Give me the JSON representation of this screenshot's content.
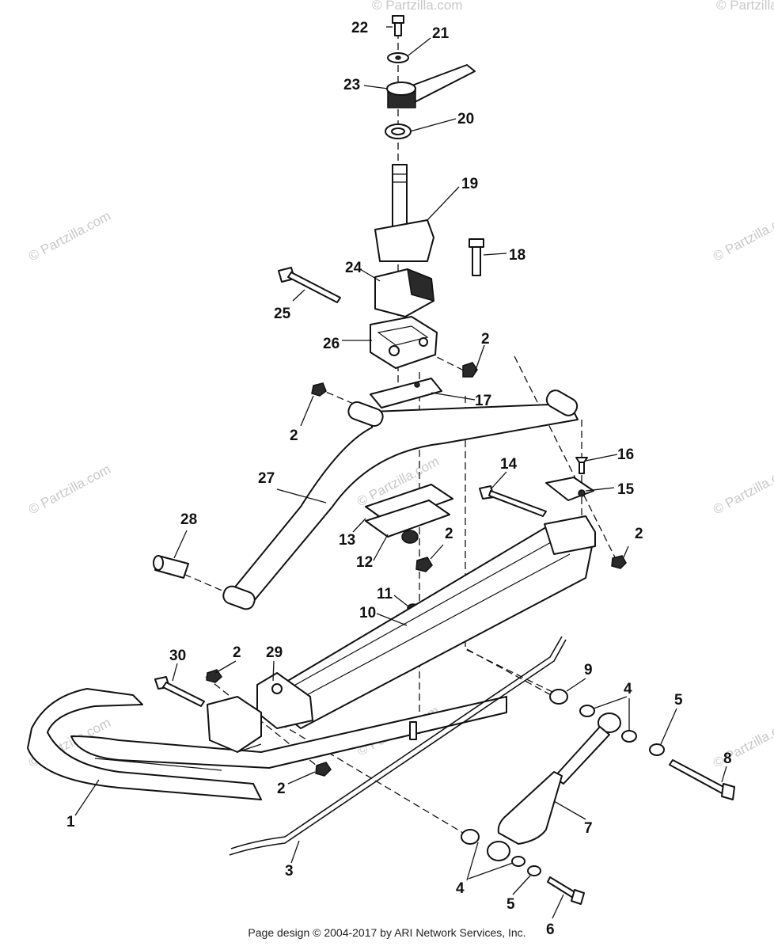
{
  "watermark": "© Partzilla.com",
  "footer": "Page design © 2004-2017 by ARI Network Services, Inc.",
  "labels": [
    "22",
    "21",
    "23",
    "20",
    "19",
    "18",
    "24",
    "25",
    "26",
    "2",
    "17",
    "2",
    "16",
    "27",
    "14",
    "15",
    "28",
    "13",
    "2",
    "2",
    "12",
    "11",
    "10",
    "9",
    "30",
    "2",
    "29",
    "4",
    "5",
    "8",
    "2",
    "1",
    "7",
    "3",
    "4",
    "5",
    "6"
  ],
  "colors": {
    "ink": "#111111",
    "watermark": "#c8c8c8",
    "background": "#ffffff"
  }
}
